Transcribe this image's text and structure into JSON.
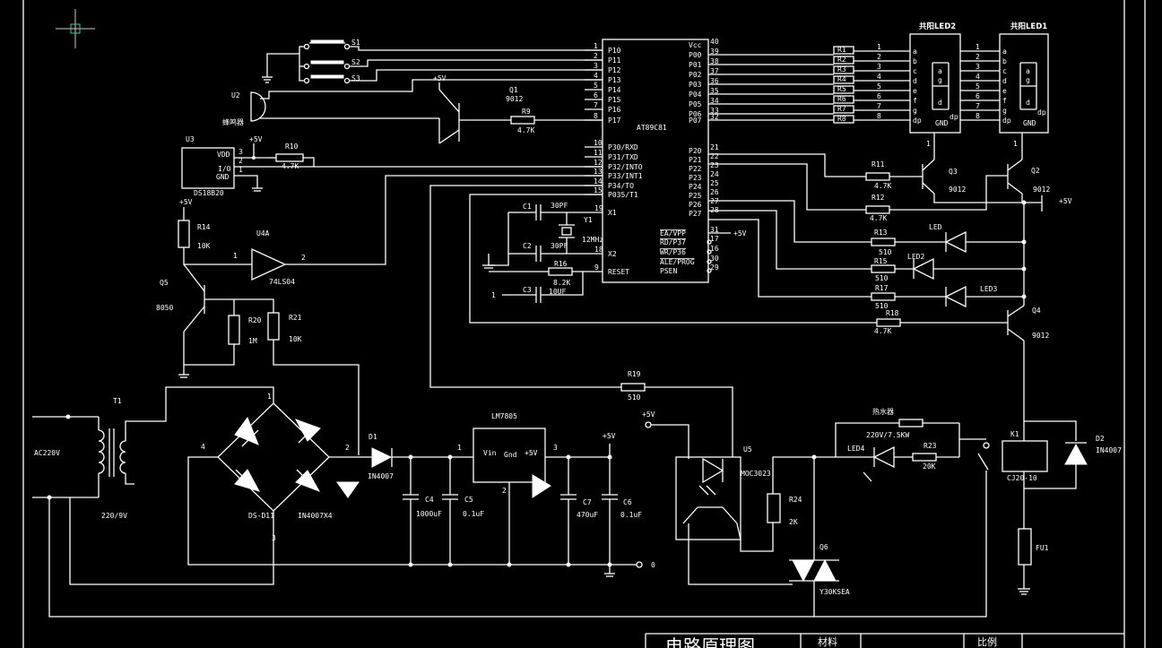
{
  "title_block": {
    "title": "电路原理图",
    "material": "材料",
    "scale": "比例"
  },
  "mcu": {
    "label": "AT89C81",
    "left_pins": [
      {
        "n": "1",
        "name": "P10"
      },
      {
        "n": "2",
        "name": "P11"
      },
      {
        "n": "3",
        "name": "P12"
      },
      {
        "n": "4",
        "name": "P13"
      },
      {
        "n": "5",
        "name": "P14"
      },
      {
        "n": "6",
        "name": "P15"
      },
      {
        "n": "7",
        "name": "P16"
      },
      {
        "n": "8",
        "name": "P17"
      },
      {
        "n": "10",
        "name": "P30/RXD"
      },
      {
        "n": "11",
        "name": "P31/TXD"
      },
      {
        "n": "12",
        "name": "P32/INTO"
      },
      {
        "n": "13",
        "name": "P33/INT1"
      },
      {
        "n": "14",
        "name": "P34/TO"
      },
      {
        "n": "15",
        "name": "P035/T1"
      },
      {
        "n": "19",
        "name": "X1"
      },
      {
        "n": "18",
        "name": "X2"
      },
      {
        "n": "9",
        "name": "RESET"
      }
    ],
    "right_pins": [
      {
        "n": "40",
        "name": "Vcc"
      },
      {
        "n": "39",
        "name": "P00"
      },
      {
        "n": "38",
        "name": "P01"
      },
      {
        "n": "37",
        "name": "P02"
      },
      {
        "n": "36",
        "name": "P03"
      },
      {
        "n": "35",
        "name": "P04"
      },
      {
        "n": "34",
        "name": "P05"
      },
      {
        "n": "33",
        "name": "P06"
      },
      {
        "n": "32",
        "name": "P07"
      },
      {
        "n": "21",
        "name": "P20"
      },
      {
        "n": "22",
        "name": "P21"
      },
      {
        "n": "23",
        "name": "P22"
      },
      {
        "n": "24",
        "name": "P23"
      },
      {
        "n": "25",
        "name": "P24"
      },
      {
        "n": "26",
        "name": "P25"
      },
      {
        "n": "27",
        "name": "P26"
      },
      {
        "n": "28",
        "name": "P27"
      },
      {
        "n": "31",
        "name": "EA/VPP"
      },
      {
        "n": "17",
        "name": "RD/P37"
      },
      {
        "n": "16",
        "name": "WR/P36"
      },
      {
        "n": "30",
        "name": "ALE/PROG"
      },
      {
        "n": "29",
        "name": "PSEN"
      }
    ]
  },
  "switches": [
    "S1",
    "S2",
    "S3"
  ],
  "buzzer": {
    "ref": "U2",
    "name": "蜂鸣器"
  },
  "q1": {
    "ref": "Q1",
    "part": "9012",
    "supply": "+5V"
  },
  "r9": {
    "ref": "R9",
    "value": "4.7K"
  },
  "u3": {
    "ref": "U3",
    "part": "DS18B20",
    "supply": "+5V",
    "pins": [
      "VDD",
      "I/O",
      "GND"
    ],
    "pin_nums": [
      "3",
      "2",
      "1"
    ]
  },
  "r10": {
    "ref": "R10",
    "value": "4.7K"
  },
  "crystal": {
    "ref": "Y1",
    "freq": "12MHz"
  },
  "c1": {
    "ref": "C1",
    "value": "30PF"
  },
  "c2": {
    "ref": "C2",
    "value": "30PF"
  },
  "c3": {
    "ref": "C3",
    "value": "10UF"
  },
  "r16": {
    "ref": "R16",
    "value": "8.2K"
  },
  "vcc_label": "+5V",
  "r14": {
    "ref": "R14",
    "value": "10K",
    "supply": "+5V"
  },
  "u4a": {
    "ref": "U4A",
    "part": "74LS04",
    "pin_in": "1",
    "pin_out": "2"
  },
  "q5": {
    "ref": "Q5",
    "part": "8050"
  },
  "r20": {
    "ref": "R20",
    "value": "1M"
  },
  "r21": {
    "ref": "R21",
    "value": "10K"
  },
  "seg_resistors": [
    "R1",
    "R2",
    "R3",
    "R4",
    "R5",
    "R6",
    "R7",
    "R8"
  ],
  "seg_pins": [
    "1",
    "2",
    "3",
    "4",
    "5",
    "6",
    "7",
    "8"
  ],
  "seg_letters": [
    "a",
    "b",
    "c",
    "d",
    "e",
    "f",
    "g",
    "dp"
  ],
  "led_display_2": {
    "title": "共阳LED2",
    "gnd": "GND"
  },
  "led_display_1": {
    "title": "共阳LED1",
    "gnd": "GND"
  },
  "r11": {
    "ref": "R11",
    "value": "4.7K"
  },
  "r12": {
    "ref": "R12",
    "value": "4.7K"
  },
  "r13": {
    "ref": "R13",
    "value": "510"
  },
  "r15": {
    "ref": "R15",
    "value": "510"
  },
  "r17": {
    "ref": "R17",
    "value": "510"
  },
  "r18": {
    "ref": "R18",
    "value": "4.7K"
  },
  "q3": {
    "ref": "Q3",
    "part": "9012"
  },
  "q2": {
    "ref": "Q2",
    "part": "9012"
  },
  "q4": {
    "ref": "Q4",
    "part": "9012"
  },
  "leds": [
    "LED",
    "LED2",
    "LED3"
  ],
  "r19": {
    "ref": "R19",
    "value": "510"
  },
  "power": {
    "ac": "AC220V",
    "t1": {
      "ref": "T1",
      "ratio": "220/9V"
    },
    "bridge": {
      "ref": "DS-D11",
      "diodes": "IN4007X4",
      "pins": [
        "1",
        "2",
        "3",
        "4"
      ]
    },
    "d1": {
      "ref": "D1",
      "part": "IN4007"
    },
    "c4": {
      "ref": "C4",
      "value": "1000uF"
    },
    "c5": {
      "ref": "C5",
      "value": "0.1uF"
    },
    "reg": {
      "part": "LM7805",
      "vin": "Vin",
      "gnd": "Gnd",
      "vout": "+5V",
      "pin1": "1",
      "pin2": "2",
      "pin3": "3"
    },
    "c7": {
      "ref": "C7",
      "value": "470uF"
    },
    "c6": {
      "ref": "C6",
      "value": "0.1uF"
    },
    "out": "+5V",
    "zero": "0"
  },
  "u5": {
    "ref": "U5",
    "part": "MOC3023",
    "supply": "+5V"
  },
  "r24": {
    "ref": "R24",
    "value": "2K"
  },
  "q6": {
    "ref": "Q6",
    "part": "Y30KSEA"
  },
  "heater": {
    "name": "热水器",
    "rating": "220V/7.5KW"
  },
  "led4": {
    "ref": "LED4"
  },
  "r23": {
    "ref": "R23",
    "value": "20K"
  },
  "k1": {
    "ref": "K1",
    "part": "CJ20-10"
  },
  "d2": {
    "ref": "D2",
    "part": "IN4007"
  },
  "fu1": {
    "ref": "FU1"
  },
  "supply_right": "+5V"
}
